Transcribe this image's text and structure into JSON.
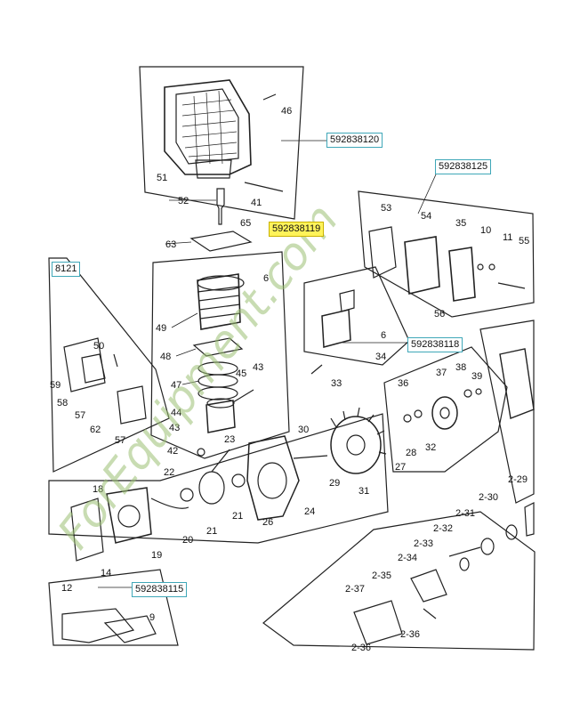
{
  "callouts": {
    "c120": "592838120",
    "c125": "592838125",
    "c119": "592838119",
    "c121": "8121",
    "c118": "592838118",
    "c115": "592838115"
  },
  "part_numbers": [
    "46",
    "51",
    "41",
    "52",
    "65",
    "63",
    "6",
    "49",
    "48",
    "47",
    "44",
    "43",
    "45",
    "43",
    "53",
    "54",
    "35",
    "10",
    "11",
    "55",
    "56",
    "6",
    "34",
    "33",
    "50",
    "59",
    "58",
    "57",
    "62",
    "57",
    "36",
    "37",
    "38",
    "39",
    "28",
    "32",
    "27",
    "42",
    "22",
    "23",
    "30",
    "29",
    "31",
    "21",
    "21",
    "26",
    "24",
    "18",
    "19",
    "20",
    "14",
    "12",
    "9",
    "2-29",
    "2-30",
    "2-31",
    "2-32",
    "2-33",
    "2-34",
    "2-35",
    "2-37",
    "2-36",
    "2-36"
  ],
  "watermark": "ForEquipment.com",
  "colors": {
    "accent_box": "#3fa7b8",
    "highlight": "#fff35a",
    "watermark": "#9bbf73"
  }
}
